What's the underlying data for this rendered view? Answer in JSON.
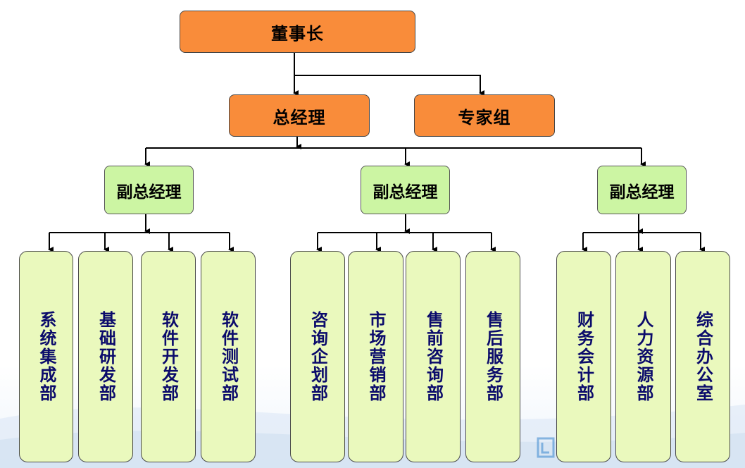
{
  "nodes": {
    "chairman": "董事长",
    "general_manager": "总经理",
    "expert_group": "专家组",
    "vp_left": "副总经理",
    "vp_middle": "副总经理",
    "vp_right": "副总经理"
  },
  "departments": {
    "left": [
      "系统集成部",
      "基础研发部",
      "软件开发部",
      "软件测试部"
    ],
    "middle": [
      "咨询企划部",
      "市场营销部",
      "售前咨询部",
      "售后服务部"
    ],
    "right": [
      "财务会计部",
      "人力资源部",
      "综合办公室"
    ]
  },
  "colors": {
    "top_level": "#f98c3a",
    "vp_level": "#ccf5a3",
    "department": "#eaf9bd",
    "department_text": "#0b0b6b"
  }
}
